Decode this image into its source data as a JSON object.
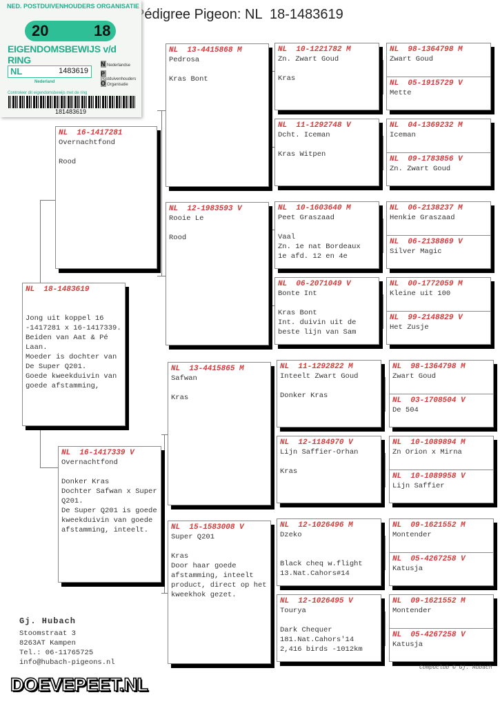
{
  "title": "Pédigree Pigeon: NL  18-1483619",
  "ring_card": {
    "organisation": "NED. POSTDUIVENHOUDERS ORGANISATIE",
    "year_left": "20",
    "year_right": "18",
    "heading": "EIGENDOMSBEWIJS v/d RING",
    "country": "NL",
    "ring_number": "1483619",
    "npo": [
      "Nederlandse",
      "Postduivenhouders",
      "Organisatie"
    ],
    "region": "Nederland",
    "control_text": "Controleer dit eigendomsbewijs met de ring",
    "barcode_number": "181483619"
  },
  "subject": {
    "ring": "NL  18-1483619",
    "lines": [
      "",
      "",
      "Jong uit koppel 16 -1417281 x 16-1417339.",
      "Beiden van Aat & Pé Laan.",
      "Moeder is dochter van De Super Q201.",
      "Goede kweekduivin van goede afstamming,"
    ]
  },
  "parents": [
    {
      "ring": "NL  16-1417281",
      "lines": [
        "Overnachtfond",
        "",
        "Rood"
      ]
    },
    {
      "ring": "NL  16-1417339 V",
      "lines": [
        "Overnachtfond",
        "",
        "Donker Kras",
        "Dochter Safwan x Super Q201.",
        "De Super Q201 is goede kweekduivin van goede afstamming, inteelt."
      ]
    }
  ],
  "grandparents": [
    {
      "ring": "NL  13-4415868 M",
      "lines": [
        "Pedrosa",
        "",
        "Kras Bont"
      ]
    },
    {
      "ring": "NL  12-1983593 V",
      "lines": [
        "Rooie Le",
        "",
        "Rood"
      ]
    },
    {
      "ring": "NL  13-4415865 M",
      "lines": [
        "Safwan",
        "",
        "Kras"
      ]
    },
    {
      "ring": "NL  15-1583008 V",
      "lines": [
        "Super Q201",
        "",
        "Kras",
        "Door haar goede afstamming, inteelt product, direct op het kweekhok gezet."
      ]
    }
  ],
  "great_grandparents": [
    {
      "ring": "NL  10-1221782 M",
      "lines": [
        "Zn. Zwart Goud",
        "",
        "Kras"
      ]
    },
    {
      "ring": "NL  11-1292748 V",
      "lines": [
        "Dcht. Iceman",
        "",
        "Kras Witpen"
      ]
    },
    {
      "ring": "NL  10-1603640 M",
      "lines": [
        "Peet Graszaad",
        "",
        "Vaal",
        "Zn. 1e nat Bordeaux",
        "1e afd. 12 en 4e"
      ]
    },
    {
      "ring": "NL  06-2071049 V",
      "lines": [
        "Bonte Int",
        "",
        "Kras Bont",
        "Int. duivin uit de beste lijn van Sam"
      ]
    },
    {
      "ring": "NL  11-1292822 M",
      "lines": [
        "Inteelt Zwart Goud",
        "",
        "Donker Kras"
      ]
    },
    {
      "ring": "NL  12-1184970 V",
      "lines": [
        "Lijn Saffier-Orhan",
        "",
        "Kras"
      ]
    },
    {
      "ring": "NL  12-1026496 M",
      "lines": [
        "Dzeko",
        "",
        "",
        "Black cheq w.flight",
        "13.Nat.Cahors#14"
      ]
    },
    {
      "ring": "NL  12-1026495 V",
      "lines": [
        "Tourya",
        "",
        "Dark Chequer",
        "181.Nat.Cahors'14",
        "2,416 birds -1012km"
      ]
    }
  ],
  "gen4": [
    {
      "ring": "NL  98-1364798 M",
      "name": "Zwart Goud"
    },
    {
      "ring": "NL  05-1915729 V",
      "name": "Mette"
    },
    {
      "ring": "NL  04-1369232 M",
      "name": "Iceman"
    },
    {
      "ring": "NL  09-1783856 V",
      "name": "Zn. Zwart Goud"
    },
    {
      "ring": "NL  06-2138237 M",
      "name": "Henkie Graszaad"
    },
    {
      "ring": "NL  06-2138869 V",
      "name": "Silver Magic"
    },
    {
      "ring": "NL  00-1772059 M",
      "name": "Kleine uit 100"
    },
    {
      "ring": "NL  99-2148829 V",
      "name": "Het Zusje"
    },
    {
      "ring": "NL  98-1364798 M",
      "name": "Zwart Goud"
    },
    {
      "ring": "NL  03-1708504 V",
      "name": "De 504"
    },
    {
      "ring": "NL  10-1089894 M",
      "name": "Zn Orion x Mirna"
    },
    {
      "ring": "NL  10-1089958 V",
      "name": "Lijn Saffier"
    },
    {
      "ring": "NL  09-1621552 M",
      "name": "Montender"
    },
    {
      "ring": "NL  05-4267258 V",
      "name": "Katusja"
    },
    {
      "ring": "NL  09-1621552 M",
      "name": "Montender"
    },
    {
      "ring": "NL  05-4267258 V",
      "name": "Katusja"
    }
  ],
  "breeder": {
    "name": "Gj. Hubach",
    "street": "Stoomstraat 3",
    "city": "8263AT  Kampen",
    "phone": "Tel.: 06-11765725",
    "email": "info@hubach-pigeons.nl"
  },
  "copyright": "Compuclub © Gj. Hubach",
  "watermark": "DOEVEPEET.NL",
  "colors": {
    "ring_red": "#d43a3a",
    "npo_green": "#2fbf97"
  }
}
